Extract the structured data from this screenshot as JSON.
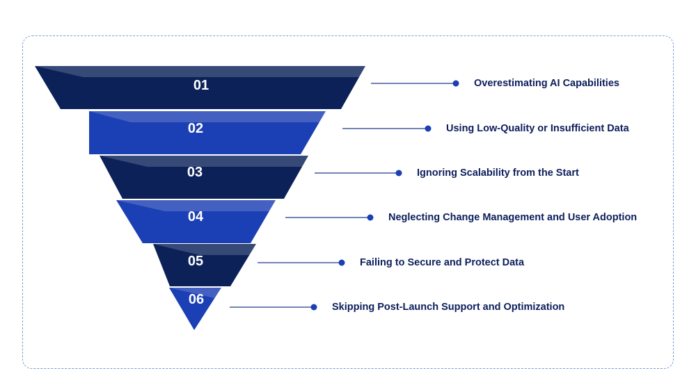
{
  "colors": {
    "dark": "#0b2158",
    "blue": "#1b3fb4",
    "line": "#1f3a8a",
    "dot": "#1b3fb4",
    "text": "#0c1e5b",
    "frame": "#7e9ad8"
  },
  "steps": [
    {
      "number": "01",
      "label": "Overestimating AI Capabilities",
      "shade": "dark"
    },
    {
      "number": "02",
      "label": "Using Low-Quality or Insufficient Data",
      "shade": "blue"
    },
    {
      "number": "03",
      "label": "Ignoring Scalability from the Start",
      "shade": "dark"
    },
    {
      "number": "04",
      "label": "Neglecting Change Management and User Adoption",
      "shade": "blue"
    },
    {
      "number": "05",
      "label": "Failing to Secure and Protect Data",
      "shade": "dark"
    },
    {
      "number": "06",
      "label": "Skipping Post-Launch Support and Optimization",
      "shade": "blue"
    }
  ]
}
